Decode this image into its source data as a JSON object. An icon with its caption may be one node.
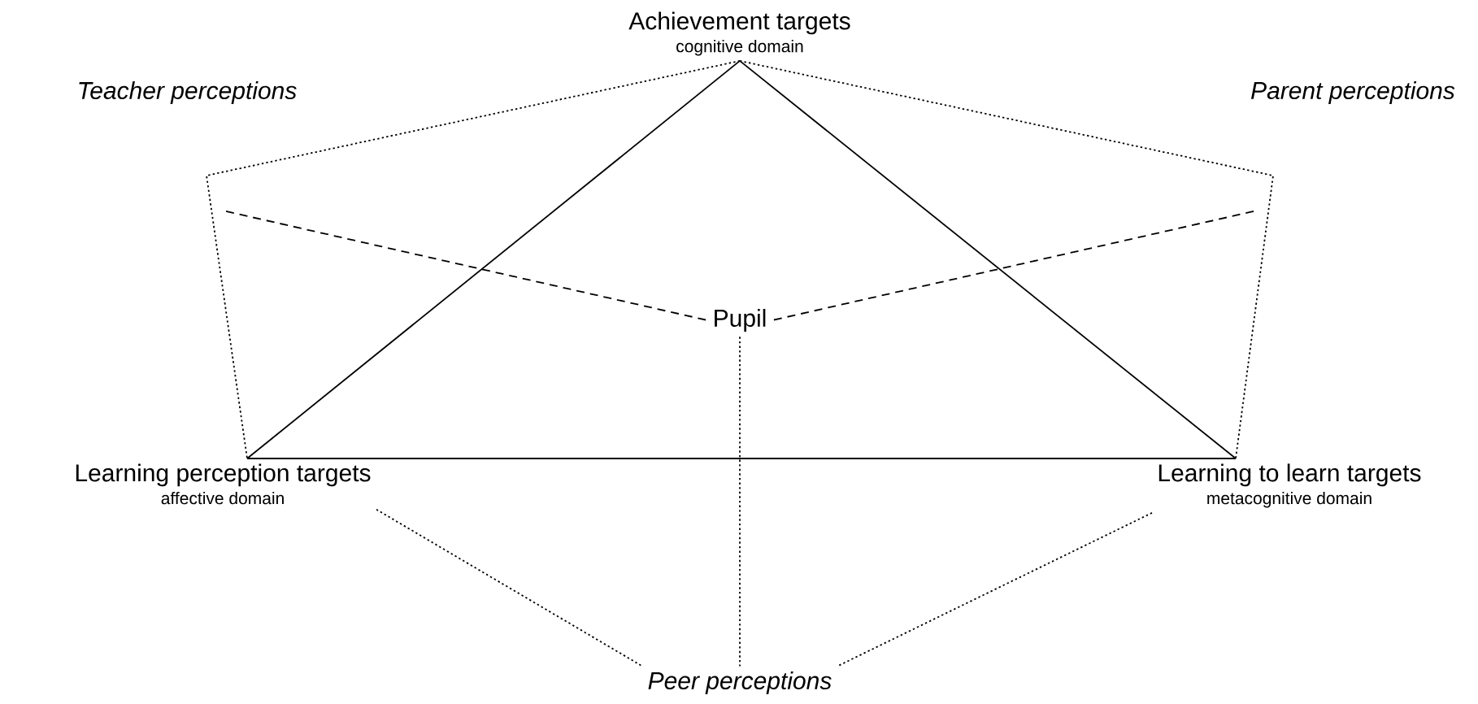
{
  "diagram": {
    "nodes": [
      {
        "text": [
          "Achievement targets",
          "cognitive domain"
        ]
      },
      {
        "text": [
          "Teacher perceptions"
        ]
      },
      {
        "text": [
          "Parent perceptions"
        ]
      },
      {
        "text": [
          "Pupil"
        ]
      },
      {
        "text": [
          "Learning perception targets",
          "affective domain"
        ]
      },
      {
        "text": [
          "Learning to learn targets",
          "metacognitive domain"
        ]
      },
      {
        "text": [
          "Peer perceptions"
        ]
      }
    ],
    "edges": [
      {
        "from": 0,
        "to": 4,
        "arrow": "none"
      },
      {
        "from": 0,
        "to": 5,
        "arrow": "none"
      },
      {
        "from": 4,
        "to": 5,
        "arrow": "none"
      },
      {
        "from": 0,
        "to": 4,
        "arrow": "none",
        "style": "dashed"
      },
      {
        "from": 0,
        "to": 5,
        "arrow": "none",
        "style": "dashed"
      },
      {
        "from": null,
        "to": 3,
        "arrow": "none",
        "style": "dashed"
      },
      {
        "from": null,
        "to": 3,
        "arrow": "none",
        "style": "dashed"
      },
      {
        "from": 3,
        "to": 6,
        "arrow": "none",
        "style": "dashed"
      },
      {
        "from": 4,
        "to": 6,
        "arrow": "none",
        "style": "dashed"
      },
      {
        "from": 5,
        "to": 6,
        "arrow": "none",
        "style": "dashed"
      }
    ]
  }
}
